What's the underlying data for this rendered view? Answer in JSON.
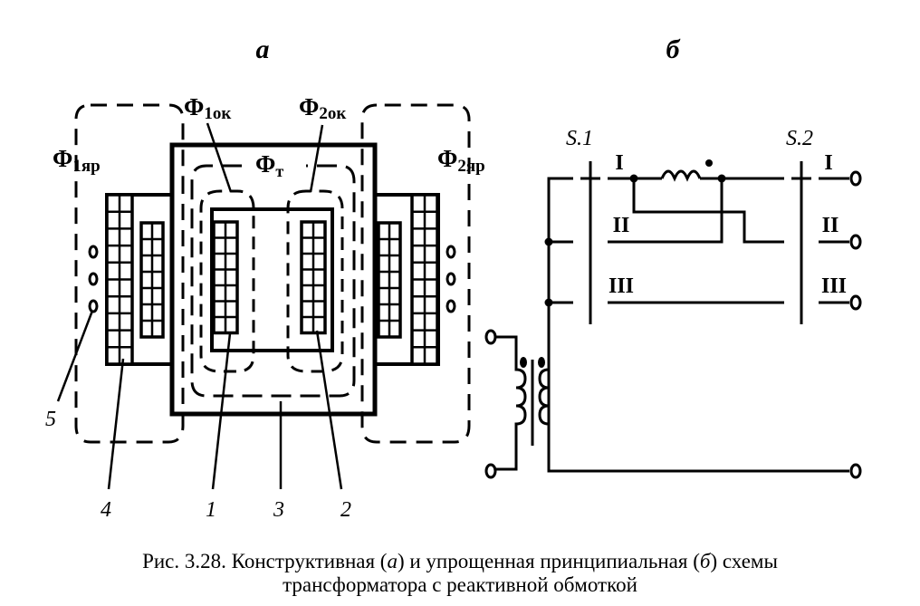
{
  "figure": {
    "panel_a_label": "а",
    "panel_b_label": "б",
    "panel_a": {
      "flux_labels": {
        "phi_1yar": {
          "symbol": "Φ",
          "sub": "1яр"
        },
        "phi_2yar": {
          "symbol": "Φ",
          "sub": "2яр"
        },
        "phi_1ok": {
          "symbol": "Φ",
          "sub": "1ок"
        },
        "phi_2ok": {
          "symbol": "Φ",
          "sub": "2ок"
        },
        "phi_t": {
          "symbol": "Φ",
          "sub": "т"
        }
      },
      "part_numbers": [
        "1",
        "2",
        "3",
        "4",
        "5"
      ]
    },
    "panel_b": {
      "switch_labels": [
        "S.1",
        "S.2"
      ],
      "phase_labels_left": [
        "I",
        "II",
        "III"
      ],
      "phase_labels_right": [
        "I",
        "II",
        "III"
      ]
    }
  },
  "caption": {
    "line1_prefix": "Рис. 3.28. Конструктивная (",
    "line1_a": "а",
    "line1_mid": ") и упрощенная принципиальная (",
    "line1_b": "б",
    "line1_suffix": ") схемы",
    "line2": "трансформатора с реактивной обмоткой"
  }
}
